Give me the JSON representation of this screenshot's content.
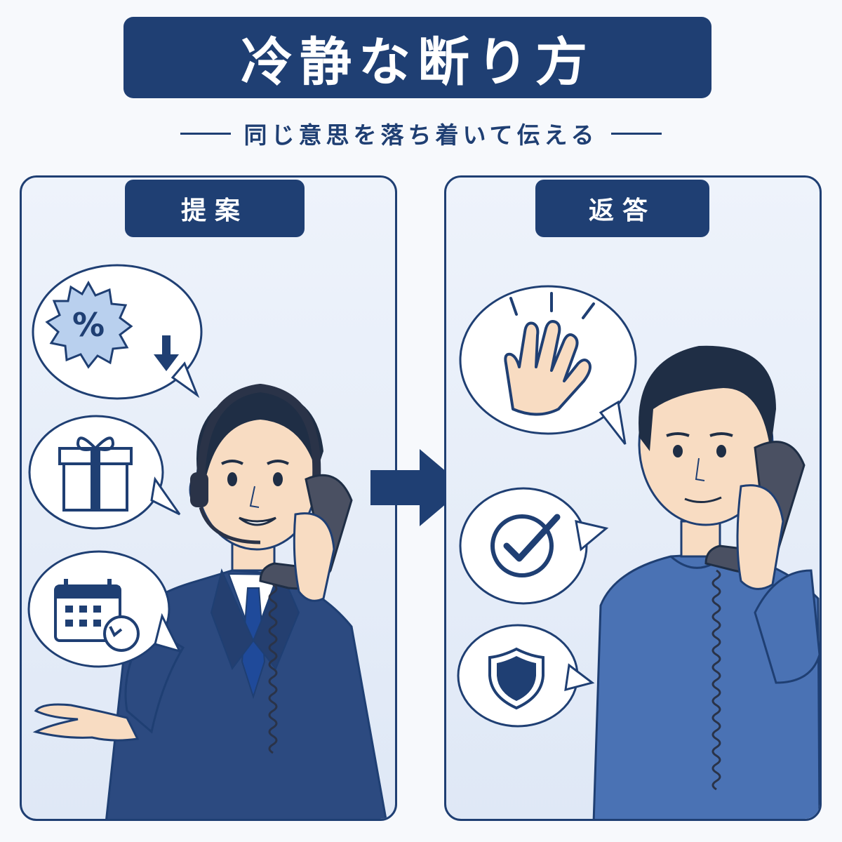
{
  "header": {
    "title": "冷静な断り方",
    "subtitle": "同じ意思を落ち着いて伝える"
  },
  "panels": {
    "left": {
      "label": "提案",
      "bubbles": [
        {
          "icon": "discount-percent-icon",
          "glyph": "%"
        },
        {
          "icon": "gift-icon"
        },
        {
          "icon": "calendar-reschedule-icon"
        }
      ],
      "figure": "salesperson-with-headset"
    },
    "right": {
      "label": "返答",
      "bubbles": [
        {
          "icon": "raised-hand-icon"
        },
        {
          "icon": "checkmark-circle-icon"
        },
        {
          "icon": "shield-icon"
        }
      ],
      "figure": "man-on-phone"
    }
  },
  "colors": {
    "navy": "#1f3f73",
    "panel_bg": "#e6edf8",
    "suit": "#2c4a80",
    "sweater": "#4a72b4",
    "skin": "#f8dcc2",
    "hair": "#1f2e45"
  }
}
